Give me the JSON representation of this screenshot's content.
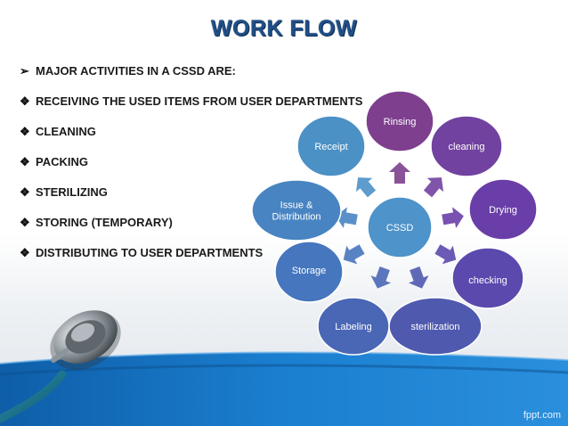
{
  "slide": {
    "title": "WORK FLOW",
    "bullets": [
      {
        "marker": "➢",
        "text": "MAJOR ACTIVITIES IN A CSSD ARE:"
      },
      {
        "marker": "❖",
        "text": "RECEIVING THE USED ITEMS FROM USER DEPARTMENTS"
      },
      {
        "marker": "❖",
        "text": "CLEANING"
      },
      {
        "marker": "❖",
        "text": "PACKING"
      },
      {
        "marker": "❖",
        "text": "STERILIZING"
      },
      {
        "marker": "❖",
        "text": "STORING (TEMPORARY)"
      },
      {
        "marker": "❖",
        "text": "DISTRIBUTING TO USER DEPARTMENTS"
      }
    ]
  },
  "diagram": {
    "center": "CSSD",
    "steps": [
      "Rinsing",
      "cleaning",
      "Drying",
      "checking",
      "sterilization",
      "Labeling",
      "Storage",
      "Issue & Distribution",
      "Receipt"
    ],
    "colors": {
      "center": "#4e93c9",
      "Rinsing": "#7d3f8e",
      "cleaning": "#7242a0",
      "Drying": "#6a3ea8",
      "checking": "#5b49ad",
      "sterilization": "#4f5aaf",
      "Labeling": "#4a67b6",
      "Storage": "#4676bd",
      "Issue & Distribution": "#4884c2",
      "Receipt": "#4b91c6"
    }
  },
  "footer": {
    "brand": "fppt.com",
    "band_color": "#1a73c2"
  }
}
